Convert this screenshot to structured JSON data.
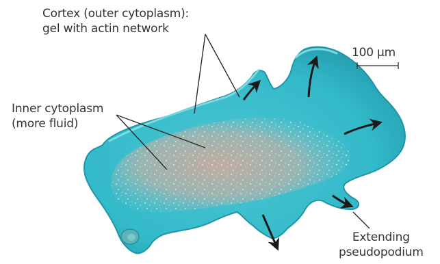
{
  "labels": {
    "cortex": {
      "line1": "Cortex (outer cytoplasm):",
      "line2": "gel with actin network"
    },
    "inner": {
      "line1": "Inner cytoplasm",
      "line2": "(more fluid)"
    },
    "pseudopodium": {
      "line1": "Extending",
      "line2": "pseudopodium"
    },
    "scale_bar": "100 μm"
  },
  "colors": {
    "cell_body": "#33b9c9",
    "cell_edge": "#1f95a6",
    "cortex_highlight": "#8fe3ea",
    "inner_cytoplasm": "#b7a59a",
    "arrow": "#1a1a1a",
    "leader_line": "#2b2b2b",
    "text": "#333333"
  },
  "icons": {
    "arrow": "black-arrow",
    "cell": "amoeba-cell"
  }
}
